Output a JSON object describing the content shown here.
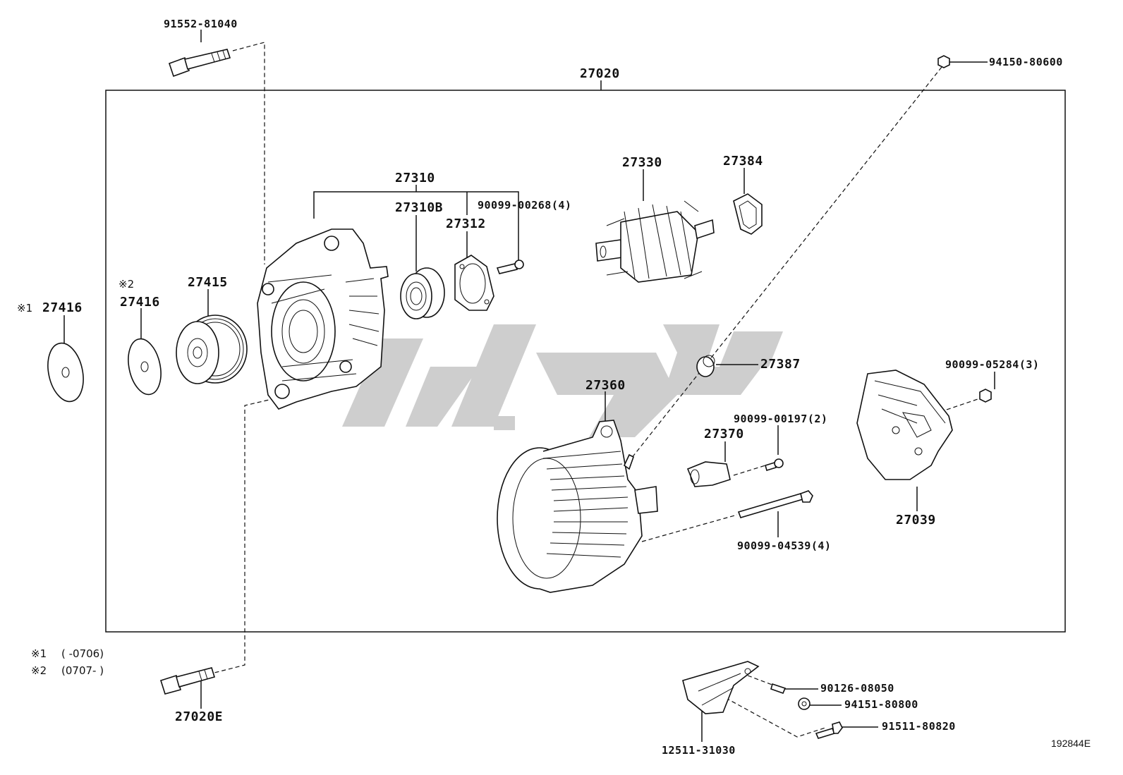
{
  "assembly_label": "27020",
  "figure_id": "192844E",
  "footnotes": [
    {
      "mark": "※1",
      "range": "(      -0706)"
    },
    {
      "mark": "※2",
      "range": "(0707-      )"
    }
  ],
  "parts": {
    "p91552_81040": "91552-81040",
    "p94150_80600": "94150-80600",
    "p27310": "27310",
    "p27310B": "27310B",
    "p27312": "27312",
    "p90099_00268": "90099-00268(4)",
    "p27330": "27330",
    "p27384": "27384",
    "p27416_a_mark": "※1",
    "p27416_a": "27416",
    "p27416_b_mark": "※2",
    "p27416_b": "27416",
    "p27415": "27415",
    "p27387": "27387",
    "p27360": "27360",
    "p90099_05284": "90099-05284(3)",
    "p90099_00197": "90099-00197(2)",
    "p27370": "27370",
    "p27039": "27039",
    "p90099_04539": "90099-04539(4)",
    "p27020E": "27020E",
    "p90126_08050": "90126-08050",
    "p94151_80800": "94151-80800",
    "p91511_80820": "91511-80820",
    "p12511_31030": "12511-31030"
  }
}
